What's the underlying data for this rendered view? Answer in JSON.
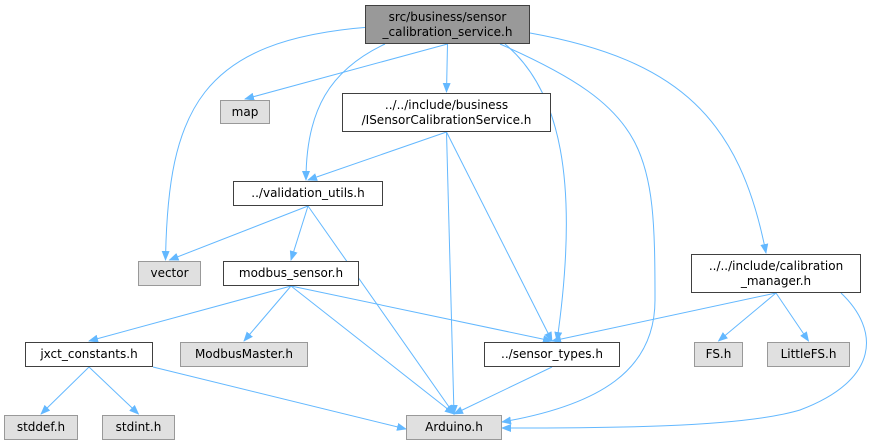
{
  "colors": {
    "edge": "#63b8ff",
    "root_fill": "#999999",
    "ext_fill": "#e0e0e0",
    "node_border": "#404040"
  },
  "nodes": {
    "root": "src/business/sensor\n_calibration_service.h",
    "map": "map",
    "isensor": "../../include/business\n/ISensorCalibrationService.h",
    "validation": "../validation_utils.h",
    "vector": "vector",
    "modbus_sensor": "modbus_sensor.h",
    "calib_manager": "../../include/calibration\n_manager.h",
    "jxct": "jxct_constants.h",
    "modbus_master": "ModbusMaster.h",
    "sensor_types": "../sensor_types.h",
    "fs": "FS.h",
    "littlefs": "LittleFS.h",
    "stddef": "stddef.h",
    "stdint": "stdint.h",
    "arduino": "Arduino.h"
  },
  "edges": [
    [
      "root",
      "map"
    ],
    [
      "root",
      "isensor"
    ],
    [
      "root",
      "validation"
    ],
    [
      "root",
      "vector"
    ],
    [
      "root",
      "sensor_types"
    ],
    [
      "root",
      "calib_manager"
    ],
    [
      "root",
      "arduino"
    ],
    [
      "isensor",
      "validation"
    ],
    [
      "isensor",
      "sensor_types"
    ],
    [
      "isensor",
      "arduino"
    ],
    [
      "validation",
      "vector"
    ],
    [
      "validation",
      "modbus_sensor"
    ],
    [
      "validation",
      "arduino"
    ],
    [
      "modbus_sensor",
      "jxct"
    ],
    [
      "modbus_sensor",
      "modbus_master"
    ],
    [
      "modbus_sensor",
      "sensor_types"
    ],
    [
      "modbus_sensor",
      "arduino"
    ],
    [
      "calib_manager",
      "sensor_types"
    ],
    [
      "calib_manager",
      "fs"
    ],
    [
      "calib_manager",
      "littlefs"
    ],
    [
      "calib_manager",
      "arduino"
    ],
    [
      "jxct",
      "stddef"
    ],
    [
      "jxct",
      "stdint"
    ],
    [
      "jxct",
      "arduino"
    ],
    [
      "sensor_types",
      "arduino"
    ]
  ]
}
